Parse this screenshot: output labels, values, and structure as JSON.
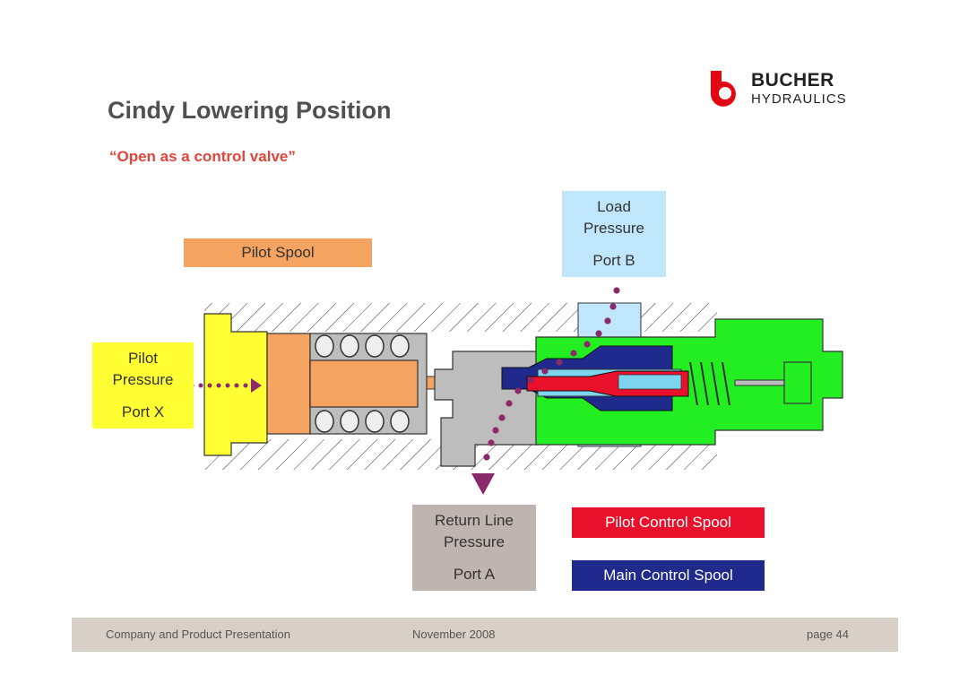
{
  "slide": {
    "title": "Cindy Lowering Position",
    "subtitle": "“Open as a control valve”"
  },
  "logo": {
    "line1": "BUCHER",
    "line2": "HYDRAULICS",
    "color": "#e30613"
  },
  "labels": {
    "load": [
      "Load",
      "Pressure",
      "Port B"
    ],
    "pilot_spool": "Pilot Spool",
    "pilot_pressure": [
      "Pilot",
      "Pressure",
      "Port X"
    ],
    "return": [
      "Return Line",
      "Pressure",
      "Port A"
    ]
  },
  "legend": {
    "pilot_control_spool": "Pilot Control Spool",
    "main_control_spool": "Main Control Spool"
  },
  "colors": {
    "load": "#bfe6fb",
    "pilot_spool": "#f4a460",
    "pilot_pressure": "#ffff33",
    "return": "#bfb4b0",
    "pilot_control_spool": "#e8102a",
    "main_control_spool": "#1f2a8c",
    "flow_path": "#8b2a6a",
    "housing_green": "#22ee22"
  },
  "footer": {
    "left": "Company and Product Presentation",
    "middle": "November 2008",
    "right": "page 44"
  }
}
